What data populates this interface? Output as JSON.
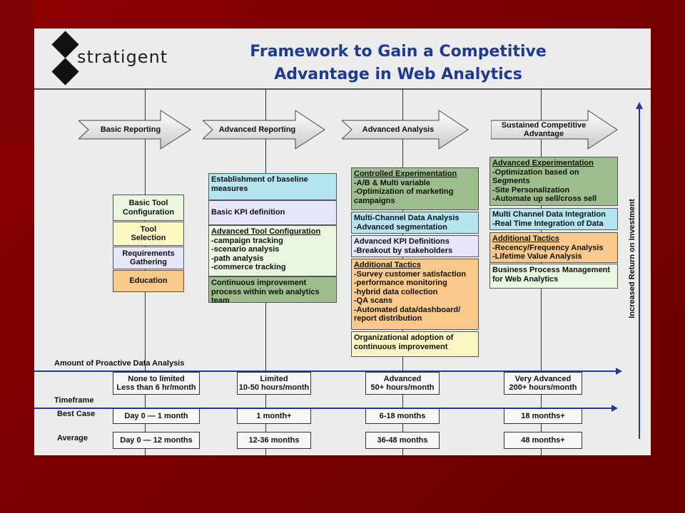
{
  "logo": {
    "text": "stratigent"
  },
  "title": {
    "line1": "Framework to Gain a Competitive",
    "line2": "Advantage in Web Analytics"
  },
  "stages": [
    {
      "label": "Basic Reporting"
    },
    {
      "label": "Advanced Reporting"
    },
    {
      "label": "Advanced Analysis"
    },
    {
      "label_l1": "Sustained Competitive",
      "label_l2": "Advantage"
    }
  ],
  "col1": {
    "b1_l1": "Basic Tool",
    "b1_l2": "Configuration",
    "b2_l1": "Tool",
    "b2_l2": "Selection",
    "b3_l1": "Requirements",
    "b3_l2": "Gathering",
    "b4": "Education"
  },
  "col2": {
    "b1": "Establishment of baseline measures",
    "b2": "Basic KPI definition",
    "b3_title": "Advanced Tool Configuration",
    "b3_items": [
      "-campaign tracking",
      "-scenario analysis",
      "-path analysis",
      "-commerce tracking"
    ],
    "b4": "Continuous improvement process within web analytics team"
  },
  "col3": {
    "b1_title": "Controlled Experimentation",
    "b1_items": [
      "-A/B & Multi variable",
      "-Optimization of marketing campaigns"
    ],
    "b2_l1": "Multi-Channel Data Analysis",
    "b2_l2": "-Advanced segmentation",
    "b3_l1": "Advanced KPI Definitions",
    "b3_l2": "-Breakout by stakeholders",
    "b4_title": "Additional Tactics",
    "b4_items": [
      "-Survey customer satisfaction",
      "-performance monitoring",
      "-hybrid data collection",
      "-QA scans",
      "-Automated data/dashboard/ report distribution"
    ],
    "b5": "Organizational adoption of continuous improvement"
  },
  "col4": {
    "b1_title": "Advanced Experimentation",
    "b1_items": [
      "-Optimization based on Segments",
      "-Site Personalization",
      "-Automate up sell/cross sell"
    ],
    "b2_l1": "Multi Channel Data Integration",
    "b2_l2": "-Real Time Integration of Data",
    "b3_title": "Additional Tactics",
    "b3_items": [
      "-Recency/Frequency Analysis",
      "-Lifetime Value Analysis"
    ],
    "b4": "Business Process Management for Web Analytics"
  },
  "proactive": {
    "label": "Amount of Proactive Data Analysis",
    "cells": [
      {
        "head": "None to limited",
        "sub": "Less than 6 hr/month"
      },
      {
        "head": "Limited",
        "sub": "10-50 hours/month"
      },
      {
        "head": "Advanced",
        "sub": "50+ hours/month"
      },
      {
        "head": "Very Advanced",
        "sub": "200+ hours/month"
      }
    ]
  },
  "timeframe": {
    "label": "Timeframe",
    "best_label": "Best Case",
    "avg_label": "Average",
    "best": [
      "Day 0 — 1 month",
      "1 month+",
      "6-18 months",
      "18 months+"
    ],
    "avg": [
      "Day 0 — 12 months",
      "12-36 months",
      "36-48 months",
      "48 months+"
    ]
  },
  "side_axis": {
    "label": "Increased Return on Investment"
  },
  "colors": {
    "background": "#7a0000",
    "title": "#1f3a93",
    "axis": "#22389c",
    "cyan": "#b6e5f2",
    "lavender": "#e6e6fa",
    "mint": "#e9f7e1",
    "green": "#9dbd8c",
    "yellow": "#fbf7c3",
    "orange": "#f9c98b"
  }
}
